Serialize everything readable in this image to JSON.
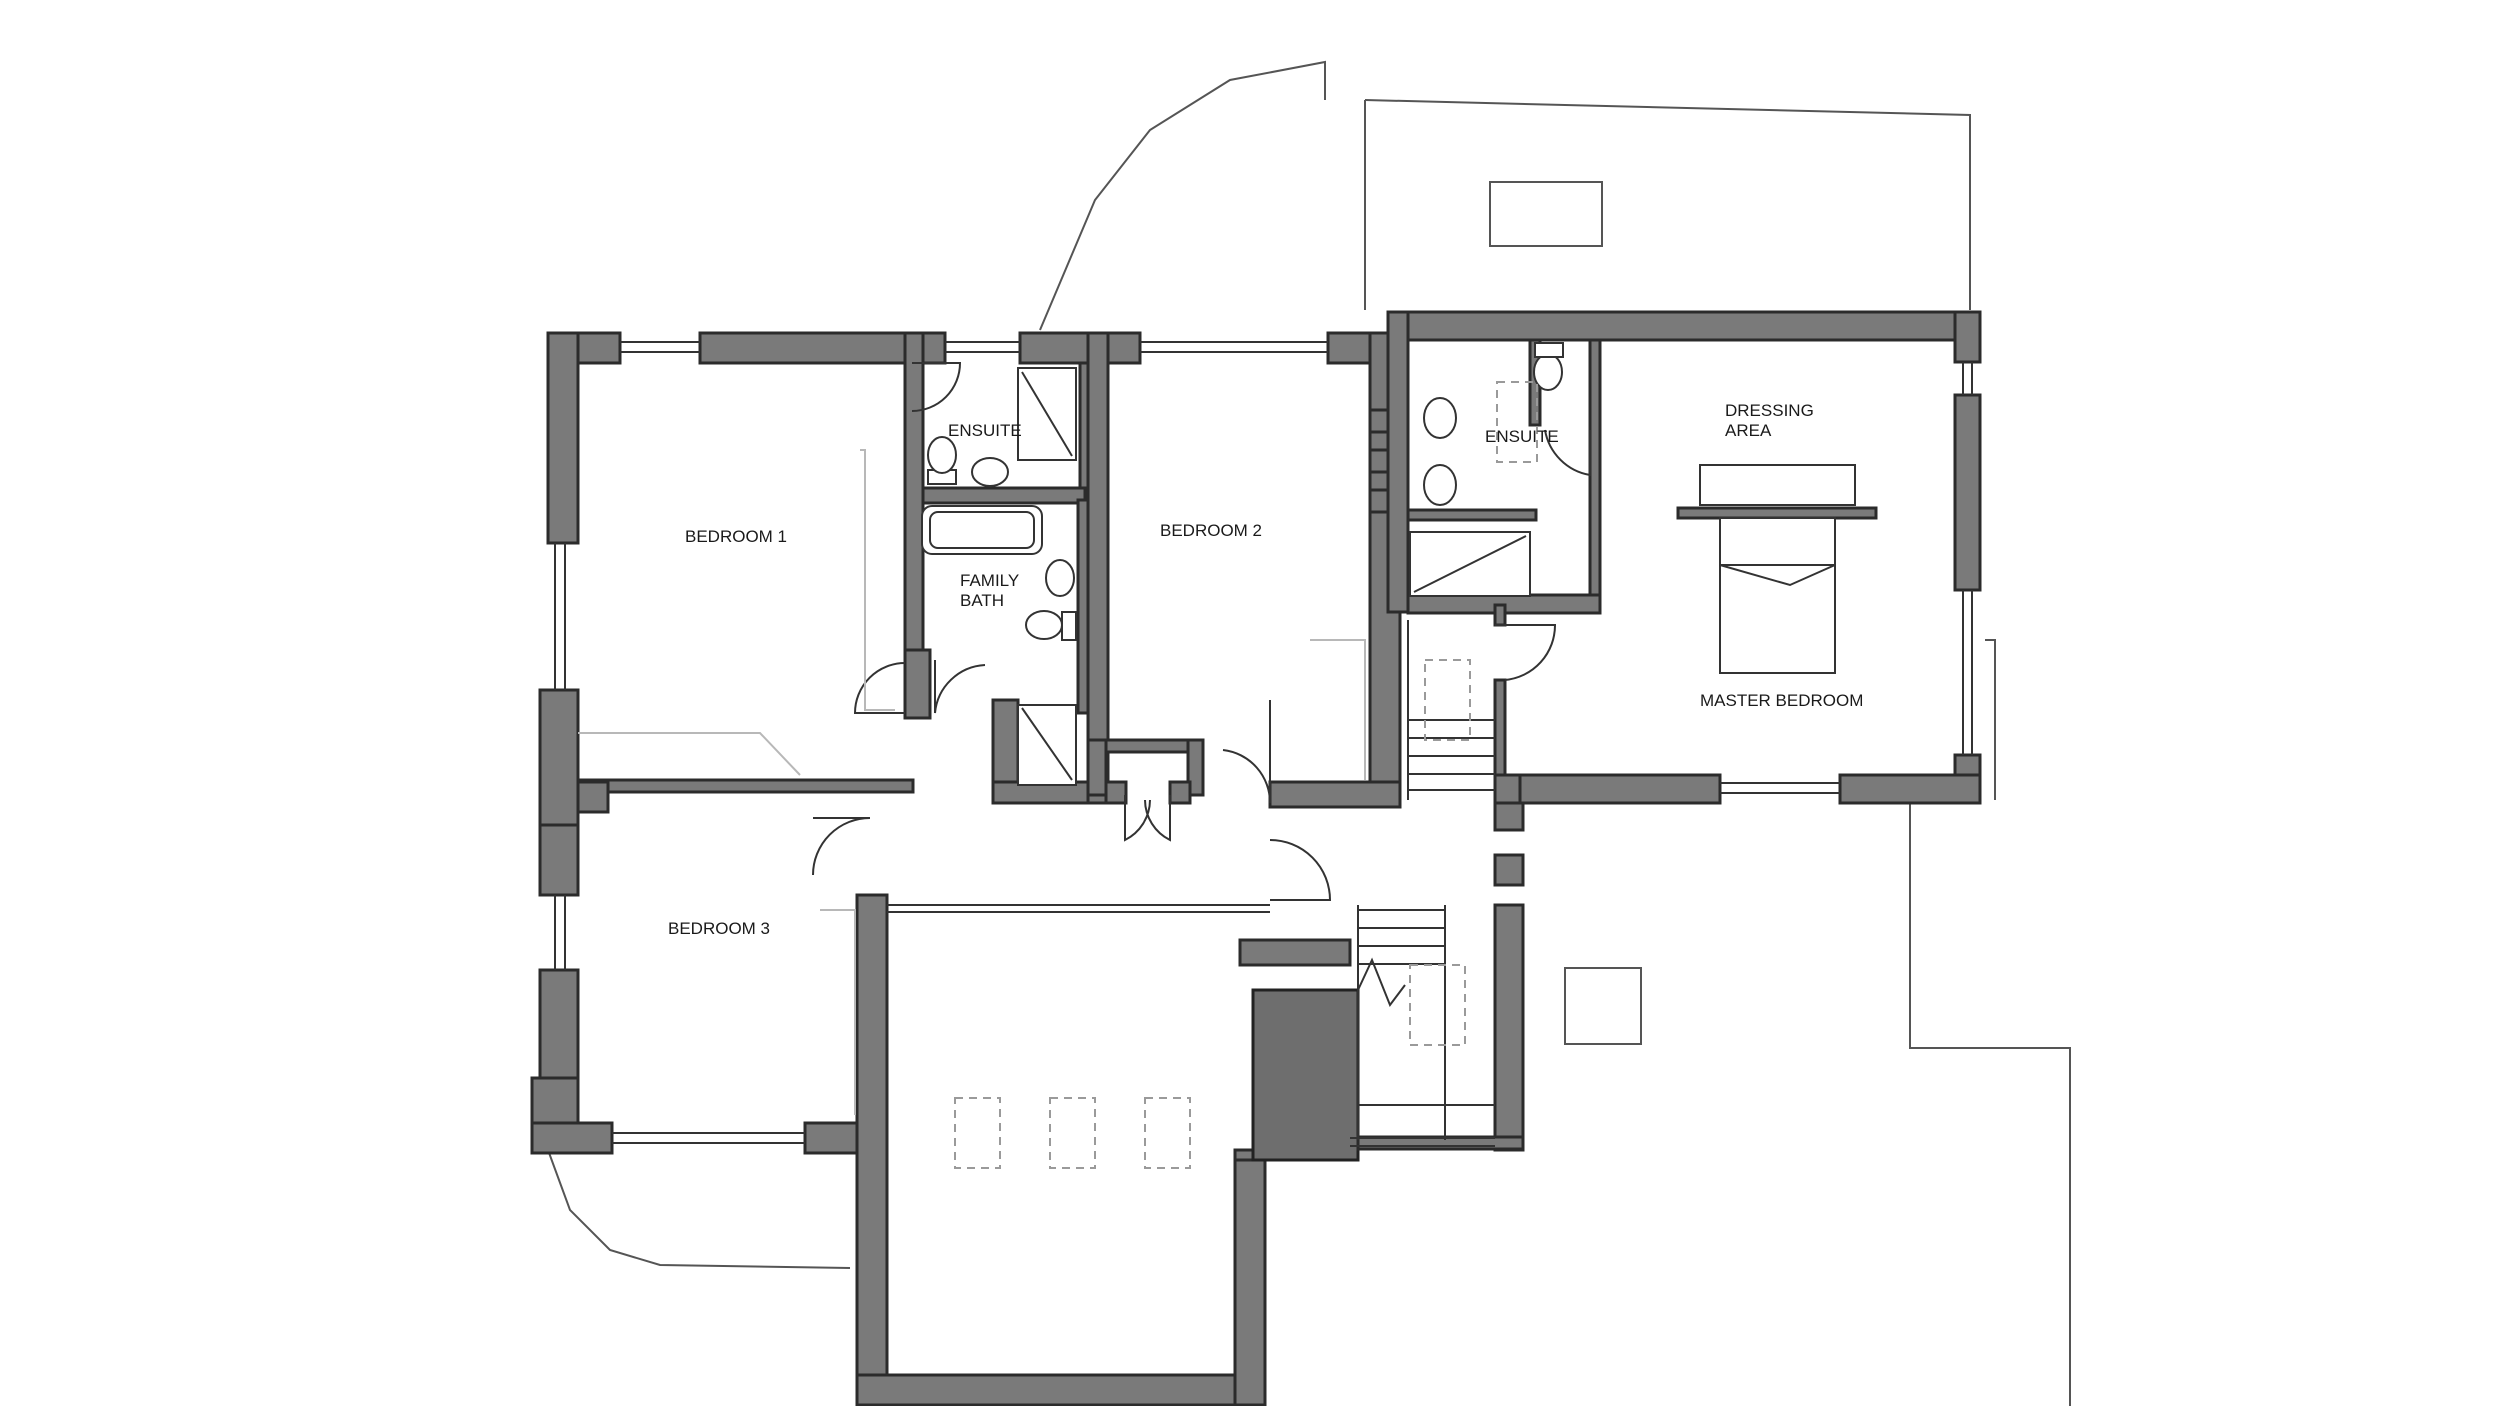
{
  "rooms": {
    "bedroom1": "BEDROOM 1",
    "bedroom2": "BEDROOM 2",
    "bedroom3": "BEDROOM 3",
    "ensuite_left": "ENSUITE",
    "family_bath_line1": "FAMILY",
    "family_bath_line2": "BATH",
    "ensuite_right": "ENSUITE",
    "dressing_line1": "DRESSING",
    "dressing_line2": "AREA",
    "master_bedroom": "MASTER BEDROOM"
  },
  "colors": {
    "wall_fill": "#7a7a7a",
    "line": "#333333",
    "background": "#ffffff"
  }
}
